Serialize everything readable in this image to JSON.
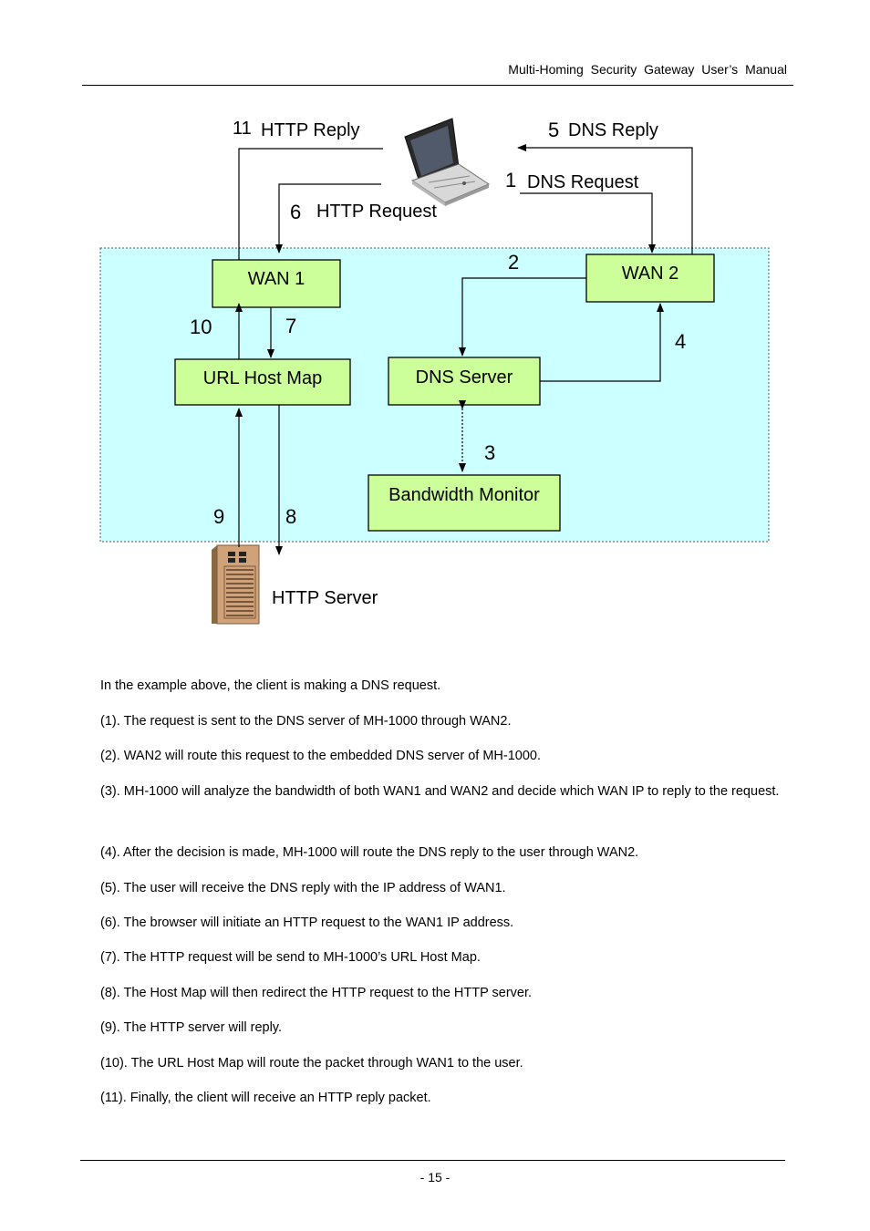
{
  "header": {
    "title": "Multi-Homing  Security  Gateway  User’s  Manual"
  },
  "diagram": {
    "labels": {
      "http_reply": {
        "num": "11",
        "text": "HTTP Reply"
      },
      "dns_reply": {
        "num": "5",
        "text": "DNS Reply"
      },
      "dns_request": {
        "num": "1",
        "text": "DNS Request"
      },
      "http_request": {
        "num": "6",
        "text": "HTTP Request"
      },
      "wan1": "WAN 1",
      "wan2": "WAN 2",
      "url_host_map": "URL Host Map",
      "dns_server": "DNS Server",
      "bandwidth_monitor": "Bandwidth Monitor",
      "http_server": "HTTP Server",
      "step2": "2",
      "step3": "3",
      "step4": "4",
      "step7": "7",
      "step8": "8",
      "step9": "9",
      "step10": "10"
    },
    "icons": {
      "client": "laptop-icon",
      "server": "server-tower-icon"
    },
    "colors": {
      "gateway_area": "#ccffff",
      "box_fill": "#ccff99"
    }
  },
  "body": {
    "paragraphs": [
      "In the example above, the client is making a DNS request.",
      "(1). The request is sent to the DNS server of MH-1000 through WAN2.",
      "(2). WAN2 will route this request to the embedded DNS server of MH-1000.",
      "(3). MH-1000 will analyze the bandwidth of both WAN1 and WAN2 and decide which WAN IP to reply to the request.",
      "(4). After the decision is made, MH-1000 will route the DNS reply to the user through WAN2.",
      "(5). The user will receive the DNS reply with the IP address of WAN1.",
      "(6). The browser will initiate an HTTP request to the WAN1 IP address.",
      "(7). The HTTP request will be send to MH-1000’s URL Host Map.",
      "(8). The Host Map will then redirect the HTTP request to the HTTP server.",
      "(9). The HTTP server will reply.",
      "(10). The URL Host Map will route the packet through WAN1 to the user.",
      "(11). Finally, the client will receive an HTTP reply packet."
    ]
  },
  "footer": {
    "page_number": "- 15 -"
  }
}
